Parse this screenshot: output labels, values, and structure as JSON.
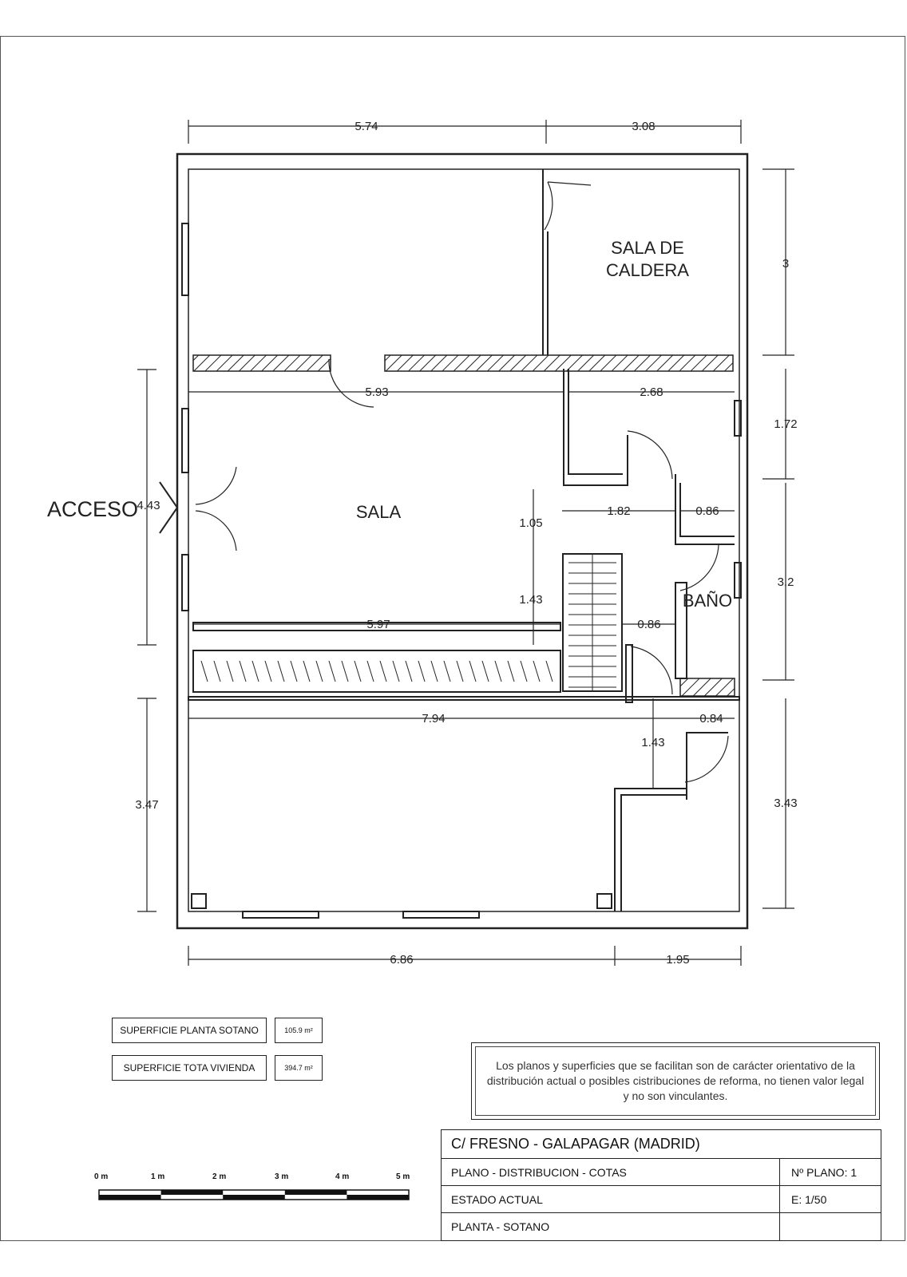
{
  "plan": {
    "rooms": {
      "sala_caldera_line1": "SALA DE",
      "sala_caldera_line2": "CALDERA",
      "sala": "SALA",
      "bano": "BAÑO",
      "acceso": "ACCESO"
    },
    "dimensions": {
      "top_left": "5.74",
      "top_right": "3.08",
      "right_top": "3",
      "right_mid1": "1.72",
      "right_mid2": "3.2",
      "right_bottom": "3.43",
      "left_mid": "4.43",
      "left_bottom": "3.47",
      "bottom_left": "6.86",
      "bottom_right": "1.95",
      "sala_width": "5.93",
      "pasillo_width": "2.68",
      "sala_depth_upper": "1.05",
      "sala_depth_lower": "1.43",
      "pasillo_len": "1.82",
      "bano_width_top": "0.86",
      "stair_gap": "0.86",
      "sala_width_lower": "5.97",
      "garage_width": "7.94",
      "garage_right": "0.84",
      "garage_step": "1.43"
    }
  },
  "surfaces": [
    {
      "label": "SUPERFICIE PLANTA SOTANO",
      "value": "105.9 m²"
    },
    {
      "label": "SUPERFICIE TOTA VIVIENDA",
      "value": "394.7 m²"
    }
  ],
  "disclaimer": "Los planos y superficies que se facilitan son de carácter orientativo de la distribución actual o posibles cistribuciones de reforma, no tienen valor legal y no son vinculantes.",
  "title_block": {
    "address": "C/  FRESNO - GALAPAGAR   (MADRID)",
    "plano": "PLANO   -  DISTRIBUCION - COTAS",
    "plano_number": "Nº PLANO:  1",
    "estado": "ESTADO  ACTUAL",
    "escala": "E: 1/50",
    "planta": "PLANTA - SOTANO"
  },
  "scale_bar": {
    "labels": [
      "0 m",
      "1 m",
      "2 m",
      "3 m",
      "4 m",
      "5 m"
    ]
  }
}
